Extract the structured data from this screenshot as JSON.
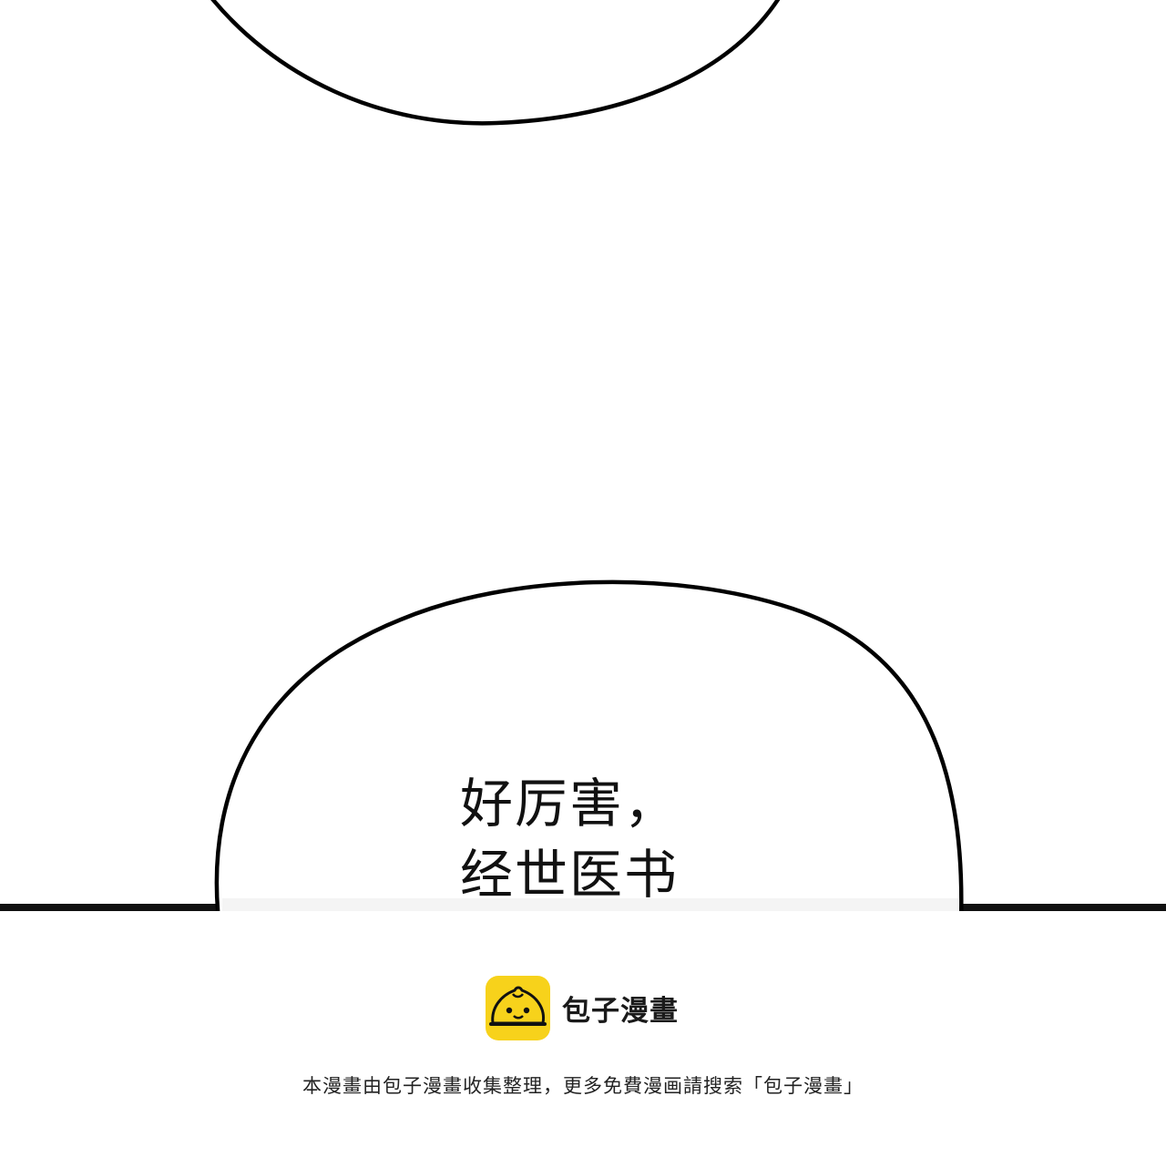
{
  "panel": {
    "dialogue_lines": [
      "好厉害，",
      "经世医书"
    ]
  },
  "footer": {
    "brand_name": "包子漫畫",
    "notice": "本漫畫由包子漫畫收集整理，更多免費漫画請搜索「包子漫畫」",
    "brand_color": "#f7d21b"
  },
  "icons": {
    "brand_logo": "steamed-bun-icon"
  }
}
